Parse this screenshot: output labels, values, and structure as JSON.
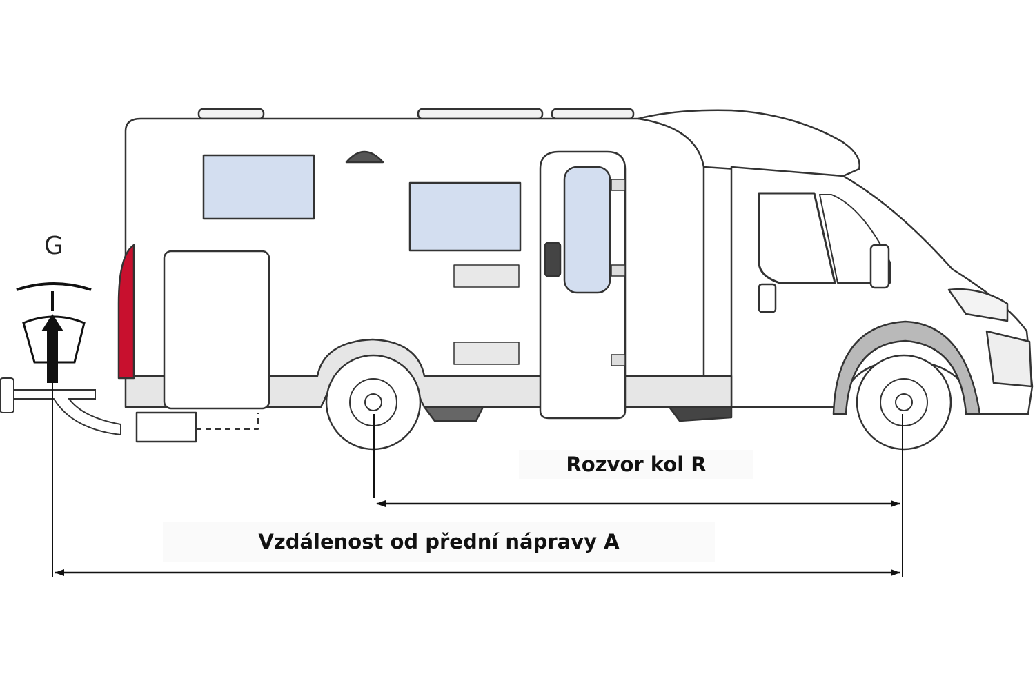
{
  "labels": {
    "g": "G",
    "wheelbase": "Rozvor kol R",
    "front_axle_distance": "Vzdálenost od přední nápravy A"
  },
  "colors": {
    "outline": "#333333",
    "body_fill": "#ffffff",
    "skirt_fill": "#e6e6e6",
    "window_fill": "#d3def0",
    "taillight": "#c8102e",
    "hitch": "#111111",
    "label_bg": "#fafafa"
  },
  "icons": {
    "tow_hitch": "tow-hitch-icon",
    "wheel": "wheel-icon"
  }
}
